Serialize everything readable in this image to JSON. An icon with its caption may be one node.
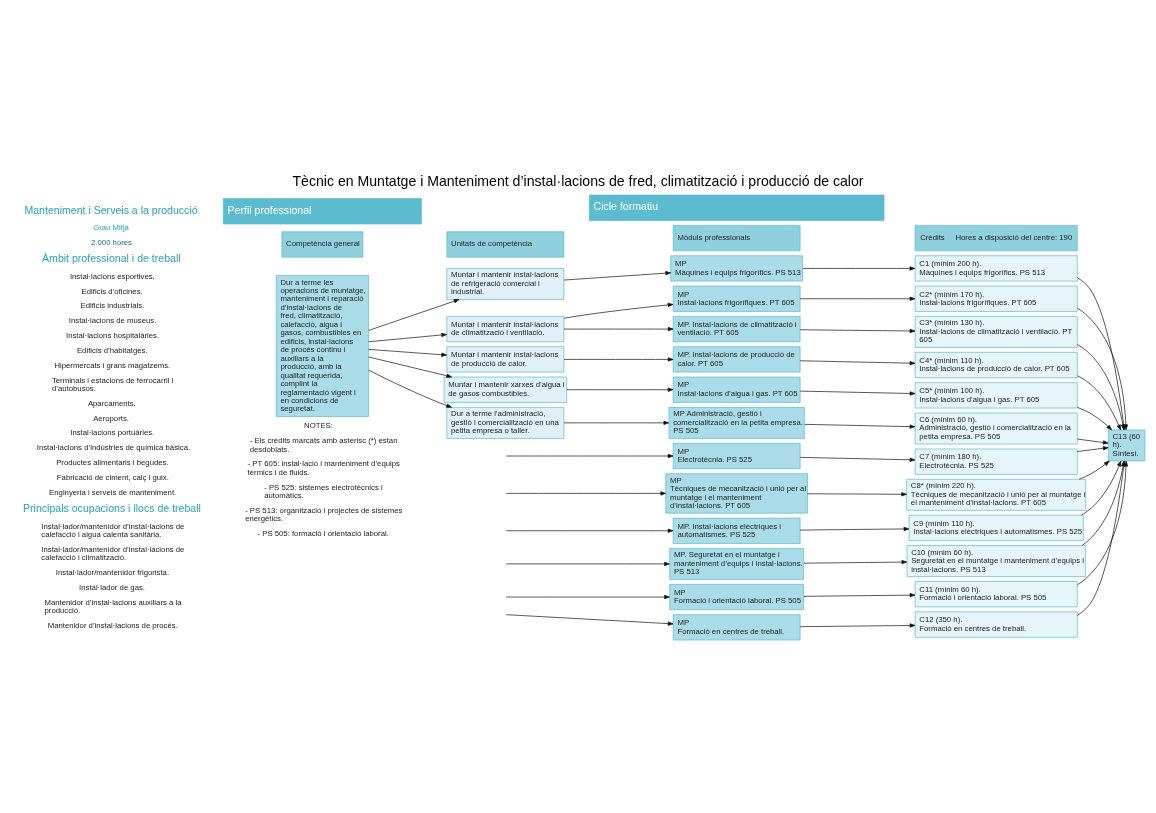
{
  "diagram": {
    "title": "Tècnic en Muntatge i Manteniment d’instal·lacions de fred, climatització i producció de calor",
    "nodes": [
      {
        "text": [
          "Perfil professional"
        ]
      },
      {
        "text": [
          "Cicle formatiu"
        ]
      },
      {
        "text": [
          "Competència general"
        ]
      },
      {
        "text": [
          "Unitats de competència"
        ]
      },
      {
        "text": [
          "Mòduls professionals"
        ]
      },
      {
        "text": [
          "Crèdits",
          "Hores a disposició del centre: 190"
        ]
      },
      {
        "text": [
          "Dur a terme les operacions de muntatge, manteniment i reparació d’instal·lacions de fred, climatització, calefacció, aigua i gasos, combustibles en edificis, instal·lacions de procés continu i auxiliars a la producció, amb la qualitat requerida, complint la reglamentació vigent i en condicions de seguretat."
        ]
      },
      {
        "text": [
          "Muntar i mantenir instal·lacions de refrigeració comercial i industrial."
        ]
      },
      {
        "text": [
          "Muntar i mantenir instal·lacions de climatització i ventilació."
        ]
      },
      {
        "text": [
          "Muntar i mantenir instal·lacions de producció de calor."
        ]
      },
      {
        "text": [
          "Muntar i mantenir xarxes d’aigua i de gasos combustibles."
        ]
      },
      {
        "text": [
          "Dur a terme l’administració, gestió i comercialització en una petita empresa o taller."
        ]
      },
      {
        "text": [
          "MP",
          "Màquines i equips frigorífics. PS 513"
        ]
      },
      {
        "text": [
          "MP",
          "Instal·lacions frigorífiques. PT 605"
        ]
      },
      {
        "text": [
          "MP. Instal·lacions de climatització i ventilació. PT 605"
        ]
      },
      {
        "text": [
          "MP. Instal·lacions de producció de calor. PT 605"
        ]
      },
      {
        "text": [
          "MP",
          "Instal·lacions d’aigua i gas. PT 605"
        ]
      },
      {
        "text": [
          "MP Administració, gestió i comercialització en la petita empresa. PS 505"
        ]
      },
      {
        "text": [
          "MP",
          "Electrotècnia. PS 525"
        ]
      },
      {
        "text": [
          "MP",
          "Tècniques de mecanització i unió per al muntatge i el manteniment d’instal·lacions. PT 605"
        ]
      },
      {
        "text": [
          "MP. Instal·lacions elèctriques i automatismes. PS 525"
        ]
      },
      {
        "text": [
          "MP. Seguretat en el muntatge i manteniment d’equips i instal·lacions. PS 513"
        ]
      },
      {
        "text": [
          "MP",
          "Formació i orientació laboral. PS 505"
        ]
      },
      {
        "text": [
          "MP",
          "Formació en centres de treball."
        ]
      },
      {
        "text": [
          "C1 (mínim 200 h).",
          "Màquines i equips frigorífics. PS 513"
        ]
      },
      {
        "text": [
          "C2* (mínim 170 h).",
          "Instal·lacions frigorífiques. PT 605"
        ]
      },
      {
        "text": [
          "C3* (mínim 130 h).",
          "Instal·lacions de climatització i ventilació. PT 605"
        ]
      },
      {
        "text": [
          "C4* (mínim 110 h).",
          "Instal·lacions de producció de calor. PT 605"
        ]
      },
      {
        "text": [
          "C5* (mínim 100 h).",
          "Instal·lacions d’aigua i gas. PT 605"
        ]
      },
      {
        "text": [
          "C6 (mínim 60 h).",
          "Administració, gestió i comercialització en la petita empresa. PS 505"
        ]
      },
      {
        "text": [
          "C7 (mínim 180 h).",
          "Electrotècnia. PS 525"
        ]
      },
      {
        "text": [
          "C8* (mínim 220 h).",
          "Tècniques de mecanització i unió per al muntatge i el manteniment d’instal·lacions. PT 605"
        ]
      },
      {
        "text": [
          "C9 (mínim 110 h).",
          "Instal·lacions elèctriques i automatismes. PS 525"
        ]
      },
      {
        "text": [
          "C10 (mínim 60 h).",
          "Seguretat en el muntatge i manteniment d’equips i instal·lacions. PS 513"
        ]
      },
      {
        "text": [
          "C11 (mínim 60 h).",
          "Formació i orientació laboral. PS 505"
        ]
      },
      {
        "text": [
          "C12 (350 h).",
          "Formació en centres de treball."
        ]
      },
      {
        "text": [
          "C13 (60 h). Síntesi."
        ]
      }
    ],
    "edges": [
      {
        "from": 6,
        "to": 7,
        "arrow": "to"
      },
      {
        "from": 6,
        "to": 8,
        "arrow": "to"
      },
      {
        "from": 6,
        "to": 9,
        "arrow": "to"
      },
      {
        "from": 6,
        "to": 10,
        "arrow": "to"
      },
      {
        "from": 6,
        "to": 11,
        "arrow": "to"
      },
      {
        "from": 7,
        "to": 12,
        "arrow": "to"
      },
      {
        "from": 8,
        "to": 13,
        "arrow": "to"
      },
      {
        "from": 8,
        "to": 14,
        "arrow": "to"
      },
      {
        "from": 9,
        "to": 15,
        "arrow": "to"
      },
      {
        "from": 10,
        "to": 16,
        "arrow": "to"
      },
      {
        "from": 11,
        "to": 17,
        "arrow": "to"
      },
      {
        "from": null,
        "to": 18,
        "arrow": "to"
      },
      {
        "from": null,
        "to": 19,
        "arrow": "to"
      },
      {
        "from": null,
        "to": 20,
        "arrow": "to"
      },
      {
        "from": null,
        "to": 21,
        "arrow": "to"
      },
      {
        "from": null,
        "to": 22,
        "arrow": "to"
      },
      {
        "from": null,
        "to": 23,
        "arrow": "to"
      },
      {
        "from": 12,
        "to": 24,
        "arrow": "to"
      },
      {
        "from": 13,
        "to": 25,
        "arrow": "to"
      },
      {
        "from": 14,
        "to": 26,
        "arrow": "to"
      },
      {
        "from": 15,
        "to": 27,
        "arrow": "to"
      },
      {
        "from": 16,
        "to": 28,
        "arrow": "to"
      },
      {
        "from": 17,
        "to": 29,
        "arrow": "to"
      },
      {
        "from": 18,
        "to": 30,
        "arrow": "to"
      },
      {
        "from": 19,
        "to": 31,
        "arrow": "to"
      },
      {
        "from": 20,
        "to": 32,
        "arrow": "to"
      },
      {
        "from": 21,
        "to": 33,
        "arrow": "to"
      },
      {
        "from": 22,
        "to": 34,
        "arrow": "to"
      },
      {
        "from": 23,
        "to": 35,
        "arrow": "to"
      },
      {
        "from": 24,
        "to": 36,
        "arrow": "to"
      },
      {
        "from": 25,
        "to": 36,
        "arrow": "to"
      },
      {
        "from": 26,
        "to": 36,
        "arrow": "to"
      },
      {
        "from": 27,
        "to": 36,
        "arrow": "to"
      },
      {
        "from": 28,
        "to": 36,
        "arrow": "to"
      },
      {
        "from": 29,
        "to": 36,
        "arrow": "to"
      },
      {
        "from": 30,
        "to": 36,
        "arrow": "to"
      },
      {
        "from": 31,
        "to": 36,
        "arrow": "to"
      },
      {
        "from": 32,
        "to": 36,
        "arrow": "to"
      },
      {
        "from": 33,
        "to": 36,
        "arrow": "to"
      },
      {
        "from": 34,
        "to": 36,
        "arrow": "to"
      },
      {
        "from": 35,
        "to": 36,
        "arrow": "to"
      }
    ],
    "labels": [
      "Manteniment i Serveis a la producció",
      "Grau Mitjà",
      "2.000 hores",
      "Àmbit professional i de treball",
      "Instal·lacions esportives.",
      "Edificis d’oficines.",
      "Edificis industrials.",
      "Instal·lacions de museus.",
      "Instal·lacions hospitalàries.",
      "Edificis d’habitatges.",
      "Hipermercats i grans magatzems.",
      "Terminals i estacions de ferrocarril i d’autobusos.",
      "Aparcaments.",
      "Aeroports.",
      "Instal·lacions portuàries.",
      "Instal·lacions d’indústries de química bàsica.",
      "Productes alimentaris i begudes.",
      "Fabricació de ciment, calç i guix.",
      "Enginyeria i serveis de manteniment.",
      "Principals ocupacions i llocs de treball",
      "Instal·lador/mantenidor d’instal·lacions de calefacció i aigua calenta sanitària.",
      "Instal·lador/mantenidor d’instal·lacions de calefacció i climatització.",
      "Instal·lador/mantenidor frigorista.",
      "Instal·lador de gas.",
      "Mantenidor d’instal·lacions auxiliars a la producció.",
      "Mantenidor d’instal·lacions de procés.",
      "NOTES:",
      "- Els crèdits marcats amb asterisc (*) estan desdoblats.",
      "- PT 605: instal·lació i manteniment d’equips tèrmics i de fluids.",
      "- PS 525: sistemes electrotècnics i automàtics.",
      "- PS 513: organització i projectes de sistemes energètics.",
      "- PS 505: formació i orientació laboral."
    ]
  }
}
